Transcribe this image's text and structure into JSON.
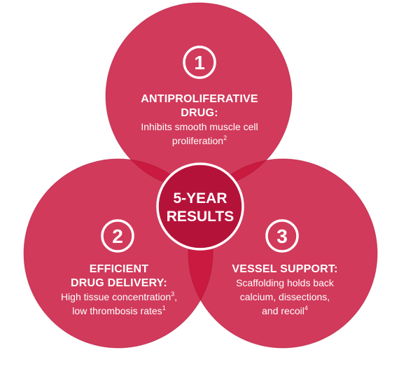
{
  "diagram": {
    "type": "venn",
    "colors": {
      "circle_fill": "#c8143c",
      "center_fill": "#b5123a",
      "text": "#ffffff"
    },
    "center": {
      "line1": "5-YEAR",
      "line2": "RESULTS"
    },
    "circles": [
      {
        "number": "1",
        "title_lines": [
          "ANTIPROLIFERATIVE",
          "DRUG:"
        ],
        "body_lines": [
          {
            "text": "Inhibits smooth muscle cell",
            "sup": ""
          },
          {
            "text": "proliferation",
            "sup": "2"
          }
        ]
      },
      {
        "number": "2",
        "title_lines": [
          "EFFICIENT",
          "DRUG DELIVERY:"
        ],
        "body_lines": [
          {
            "text": "High tissue concentration",
            "sup": "3",
            "tail": ","
          },
          {
            "text": "low thrombosis rates",
            "sup": "1"
          }
        ]
      },
      {
        "number": "3",
        "title_lines": [
          "VESSEL SUPPORT:"
        ],
        "body_lines": [
          {
            "text": "Scaffolding holds back",
            "sup": ""
          },
          {
            "text": "calcium, dissections,",
            "sup": ""
          },
          {
            "text": "and recoil",
            "sup": "4"
          }
        ]
      }
    ]
  }
}
